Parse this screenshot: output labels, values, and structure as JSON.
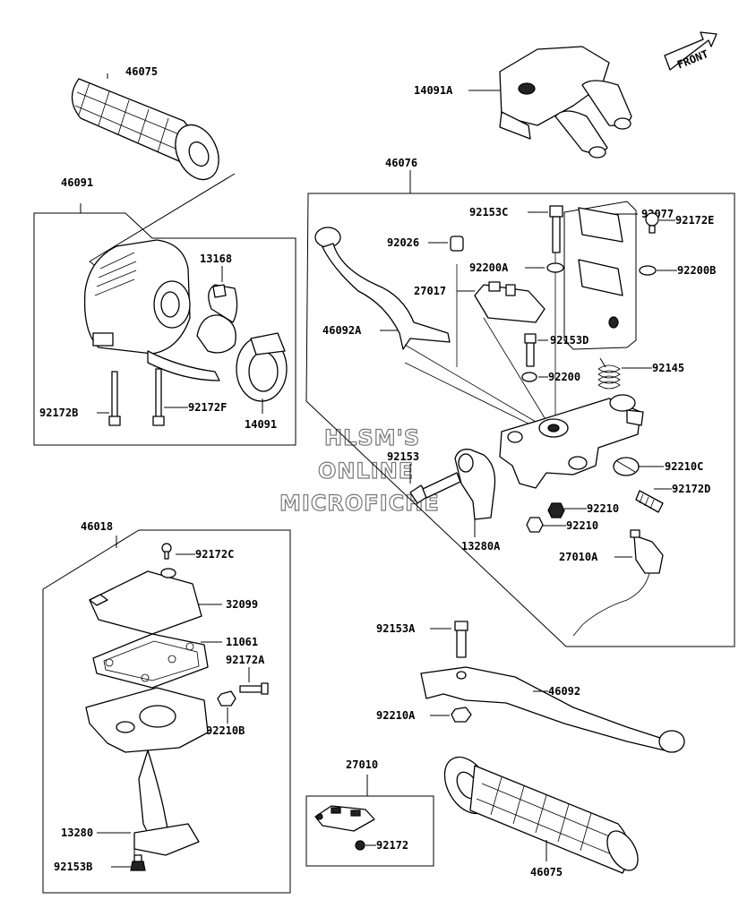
{
  "front_label": "FRONT",
  "watermark": [
    "HLSM'S",
    "ONLINE",
    "MICROFICHE"
  ],
  "part_labels": {
    "p46075_top": "46075",
    "p14091A": "14091A",
    "p46091": "46091",
    "p13168": "13168",
    "p92172B": "92172B",
    "p92172F": "92172F",
    "p14091": "14091",
    "p46076": "46076",
    "p92153C": "92153C",
    "p92077": "92077",
    "p92026": "92026",
    "p92172E": "92172E",
    "p92200A": "92200A",
    "p92200B": "92200B",
    "p27017": "27017",
    "p46092A": "46092A",
    "p92153D": "92153D",
    "p92200": "92200",
    "p92145": "92145",
    "p92153": "92153",
    "p92210C": "92210C",
    "p92172D": "92172D",
    "p92210_a": "92210",
    "p92210_b": "92210",
    "p13280A": "13280A",
    "p27010A": "27010A",
    "p46018": "46018",
    "p92172C": "92172C",
    "p32099": "32099",
    "p11061": "11061",
    "p92172A": "92172A",
    "p92210B": "92210B",
    "p92153A": "92153A",
    "p46092": "46092",
    "p92210A": "92210A",
    "p27010": "27010",
    "p92172": "92172",
    "p13280": "13280",
    "p92153B": "92153B",
    "p46075_bottom": "46075"
  }
}
